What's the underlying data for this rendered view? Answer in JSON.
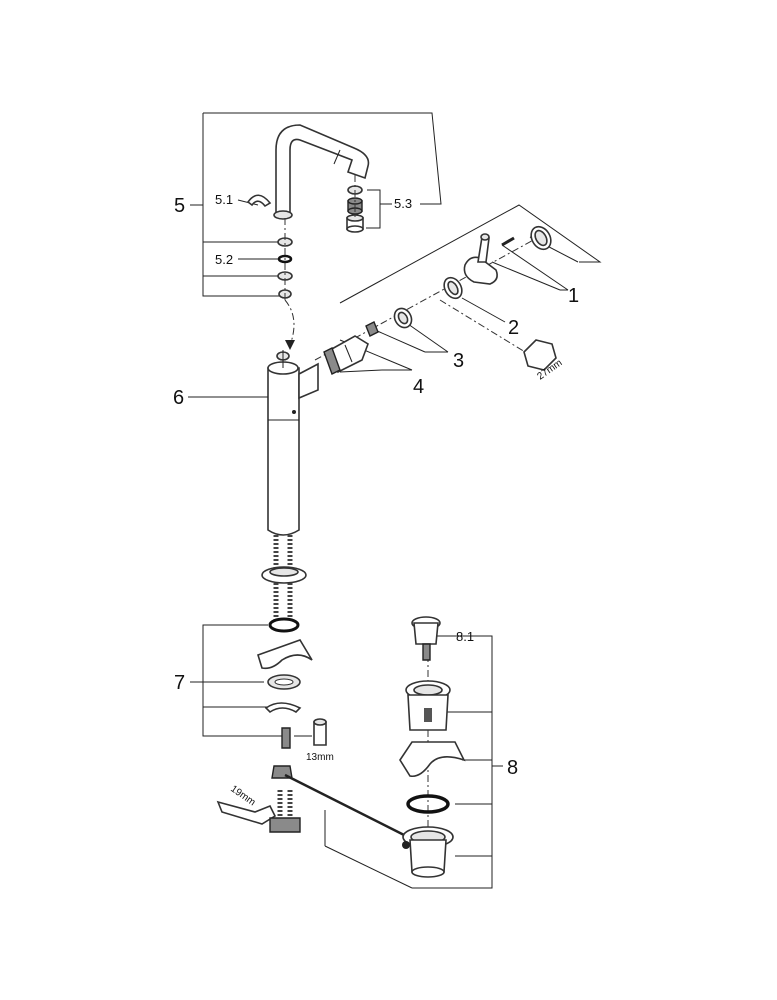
{
  "labels": {
    "l1": "1",
    "l2": "2",
    "l3": "3",
    "l4": "4",
    "l5": "5",
    "l5_1": "5.1",
    "l5_2": "5.2",
    "l5_3": "5.3",
    "l6": "6",
    "l7": "7",
    "l8": "8",
    "l8_1": "8.1"
  },
  "tools": {
    "t27": "27mm",
    "t13": "13mm",
    "t19": "19mm"
  }
}
